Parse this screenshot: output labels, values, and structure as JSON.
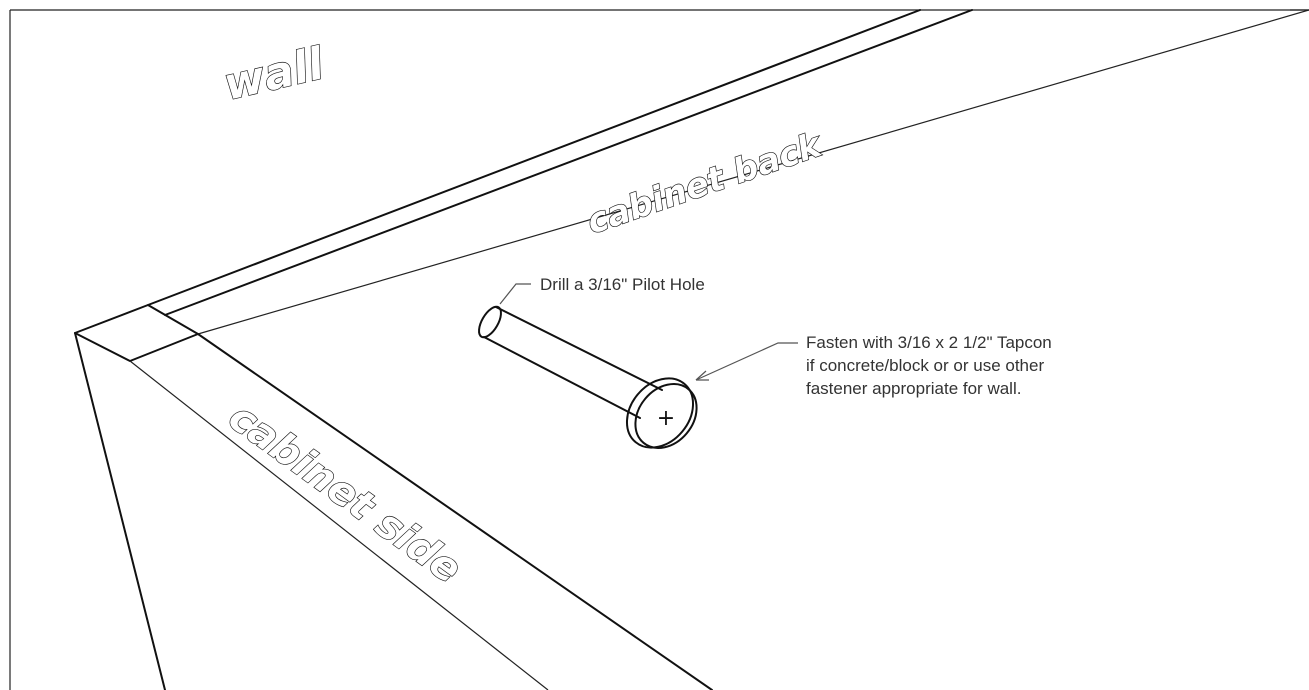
{
  "labels": {
    "wall": "wall",
    "cabinet_back": "cabinet back",
    "cabinet_side": "cabinet side"
  },
  "callouts": {
    "pilot_hole": "Drill a 3/16\" Pilot Hole",
    "fastener": [
      "Fasten with 3/16 x 2 1/2\" Tapcon",
      "if concrete/block or or use other",
      "fastener appropriate for wall."
    ]
  },
  "screw_head_mark": "+"
}
